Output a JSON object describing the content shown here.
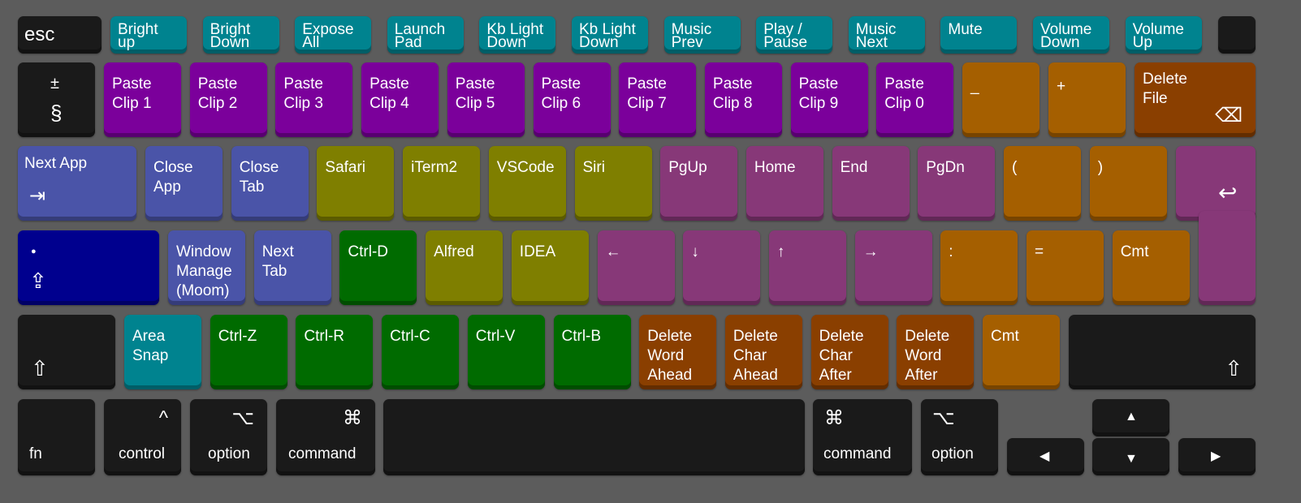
{
  "colors": {
    "dark": "#1a1a1a",
    "teal": "#00838f",
    "purple": "#7b009b",
    "orange": "#a55f00",
    "rust": "#8a3f00",
    "blue": "#4a54a8",
    "navy": "#00008e",
    "olive": "#7f7f00",
    "magenta": "#873878",
    "green": "#006b00"
  },
  "keys": {
    "esc": "esc",
    "f1": "Bright\nup",
    "f2": "Bright\nDown",
    "f3": "Expose\nAll",
    "f4": "Launch\nPad",
    "f5": "Kb Light\nDown",
    "f6": "Kb Light\nDown",
    "f7": "Music\nPrev",
    "f8": "Play /\nPause",
    "f9": "Music\nNext",
    "f10": "Mute",
    "f11": "Volume\nDown",
    "f12": "Volume\nUp",
    "section_top": "±",
    "section_bottom": "§",
    "n1": "Paste\nClip 1",
    "n2": "Paste\nClip 2",
    "n3": "Paste\nClip 3",
    "n4": "Paste\nClip 4",
    "n5": "Paste\nClip 5",
    "n6": "Paste\nClip 6",
    "n7": "Paste\nClip 7",
    "n8": "Paste\nClip 8",
    "n9": "Paste\nClip 9",
    "n0": "Paste\nClip 0",
    "minus": "_",
    "plus": "+",
    "backspace": "Delete\nFile",
    "backspace_glyph": "⌫",
    "tab": "Next App",
    "tab_glyph": "⇥",
    "q": "Close\nApp",
    "w": "Close\nTab",
    "e": "Safari",
    "r": "iTerm2",
    "t": "VSCode",
    "y": "Siri",
    "u": "PgUp",
    "i": "Home",
    "o": "End",
    "p": "PgDn",
    "lbracket": "(",
    "rbracket": ")",
    "return_glyph": "↩",
    "caps_dot": "●",
    "caps_glyph": "⇪",
    "a": "Window\nManage\n(Moom)",
    "s": "Next\nTab",
    "d": "Ctrl-D",
    "f": "Alfred",
    "g": "IDEA",
    "h": "←",
    "j": "↓",
    "k": "↑",
    "l": "→",
    "semicolon": ":",
    "quote": "=",
    "backslash": "Cmt",
    "lshift_glyph": "⇧",
    "z": "Area\nSnap",
    "x": "Ctrl-Z",
    "c": "Ctrl-R",
    "v": "Ctrl-C",
    "b": "Ctrl-V",
    "n": "Ctrl-B",
    "m": "Delete\nWord\nAhead",
    "comma": "Delete\nChar\nAhead",
    "period": "Delete\nChar\nAfter",
    "slash": "Delete\nWord\nAfter",
    "slash2": "Cmt",
    "rshift_glyph": "⇧",
    "fn": "fn",
    "control": "control",
    "control_glyph": "^",
    "option": "option",
    "option_glyph": "⌥",
    "command": "command",
    "command_glyph": "⌘",
    "rcommand": "command",
    "rcommand_glyph": "⌘",
    "roption": "option",
    "roption_glyph": "⌥",
    "up": "▲",
    "down": "▼",
    "left": "◀",
    "right": "▶"
  }
}
